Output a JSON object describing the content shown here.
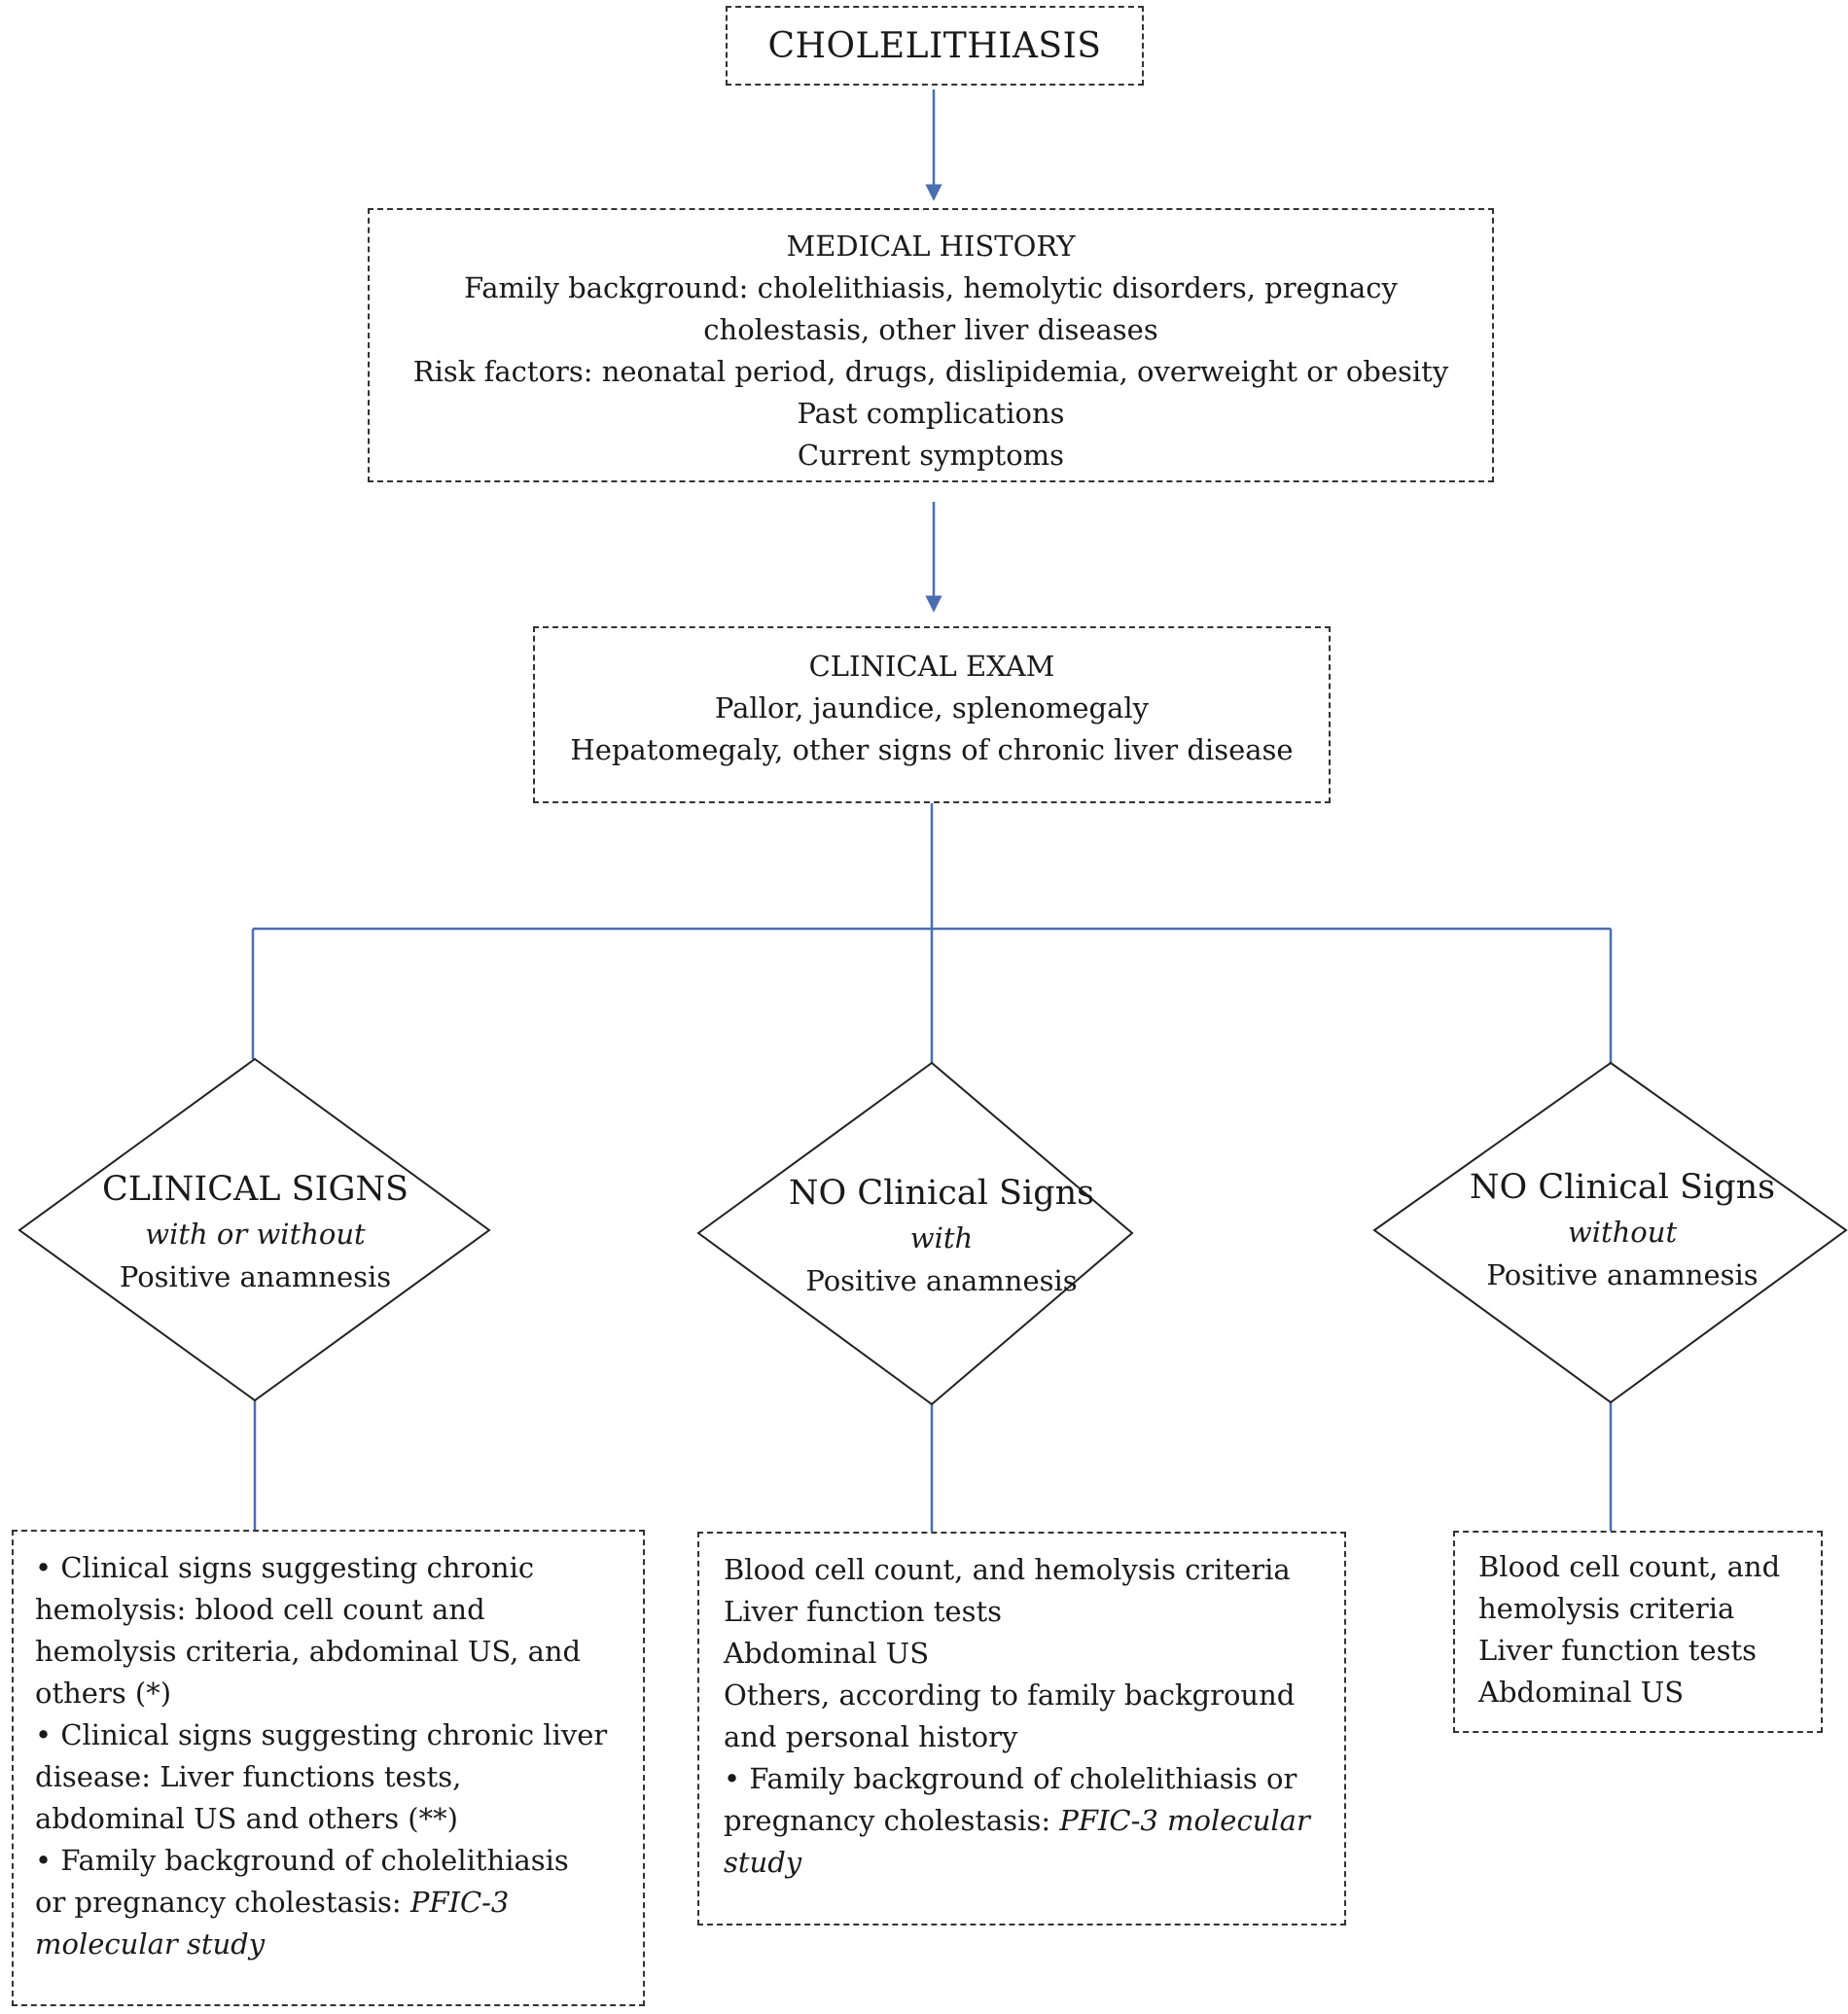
{
  "top": {
    "title": "CHOLELITHIASIS"
  },
  "medical_history": {
    "title": "MEDICAL HISTORY",
    "lines": [
      "Family background:  cholelithiasis, hemolytic disorders, pregnacy",
      "cholestasis, other liver diseases",
      "Risk factors: neonatal  period, drugs, dislipidemia, overweight or obesity",
      "Past complications",
      "Current  symptoms"
    ]
  },
  "clinical_exam": {
    "title": "CLINICAL EXAM",
    "lines": [
      "Pallor, jaundice,  splenomegaly",
      "Hepatomegaly,  other  signs of chronic liver disease"
    ]
  },
  "diamonds": {
    "left": {
      "title": "CLINICAL SIGNS",
      "qualifier": "with or without",
      "condition": "Positive anamnesis"
    },
    "middle": {
      "title": "NO Clinical Signs",
      "qualifier": "with",
      "condition": "Positive anamnesis"
    },
    "right": {
      "title": "NO Clinical Signs",
      "qualifier": "without",
      "condition": "Positive anamnesis"
    }
  },
  "results": {
    "left": {
      "l1": "• Clinical signs suggesting  chronic",
      "l2": "hemolysis: blood cell count and",
      "l3": "hemolysis criteria,  abdominal US,  and",
      "l4": "others (*)",
      "l5": "• Clinical signs suggesting  chronic liver",
      "l6": "disease: Liver functions tests,",
      "l7": "abdominal US and others (**)",
      "l8": "• Family background  of cholelithiasis",
      "l9": "or pregnancy  cholestasis: ",
      "l9_italic": "PFIC-3",
      "l10": "molecular study"
    },
    "middle": {
      "l1": "Blood cell count, and hemolysis criteria",
      "l2": "Liver function  tests",
      "l3": "Abdominal US",
      "l4": "Others, according  to family background",
      "l5": "and personal  history",
      "l6": "• Family background  of cholelithiasis or",
      "l7": "pregnancy  cholestasis: ",
      "l7_italic": "PFIC-3 molecular",
      "l8": "study"
    },
    "right": {
      "l1": "Blood cell count, and",
      "l2": "hemolysis criteria",
      "l3": "Liver function  tests",
      "l4": "Abdominal US"
    }
  },
  "colors": {
    "connector": "#4a6fb0",
    "border": "#333333",
    "text": "#1a1a1a"
  }
}
